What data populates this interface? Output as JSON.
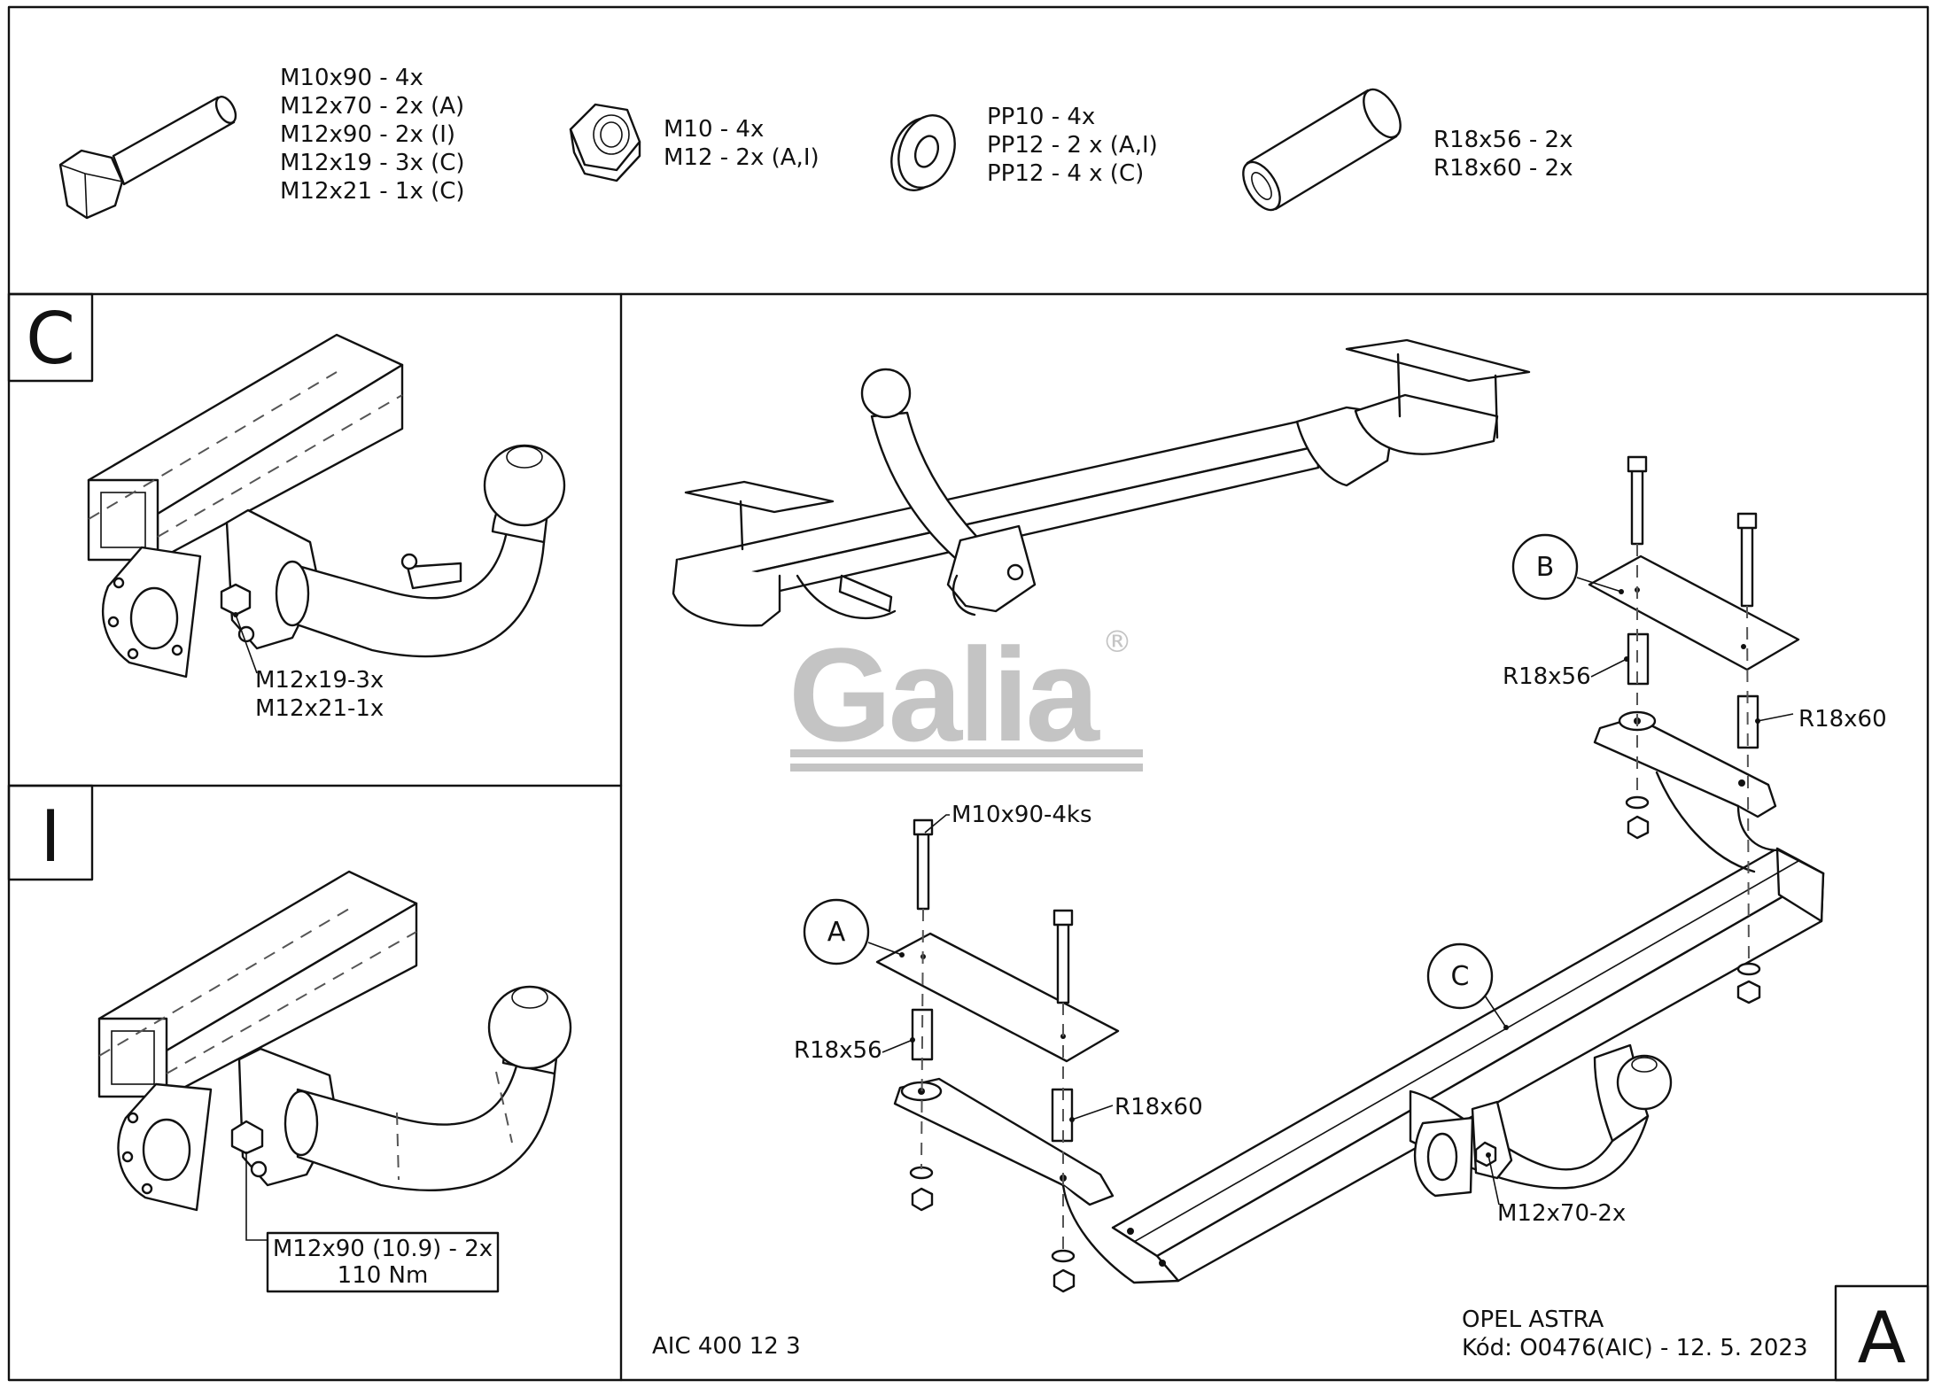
{
  "parts_list": {
    "bolts": [
      "M10x90 - 4x",
      "M12x70 - 2x (A)",
      "M12x90 - 2x (I)",
      "M12x19 - 3x (C)",
      "M12x21 - 1x (C)"
    ],
    "nuts": [
      "M10 - 4x",
      "M12 - 2x (A,I)"
    ],
    "washers": [
      "PP10 - 4x",
      "PP12 - 2 x (A,I)",
      "PP12 - 4 x (C)"
    ],
    "spacers": [
      "R18x56 - 2x",
      "R18x60 - 2x"
    ]
  },
  "panel_c": {
    "letter": "C",
    "bolt_labels": [
      "M12x19-3x",
      "M12x21-1x"
    ]
  },
  "panel_i": {
    "letter": "I",
    "spec_lines": [
      "M12x90 (10.9) - 2x",
      "110 Nm"
    ]
  },
  "main_panel": {
    "logo": "Galia",
    "logo_mark": "®",
    "callouts": {
      "a": "A",
      "b": "B",
      "c": "C"
    },
    "labels": {
      "m10_bolt": "M10x90-4ks",
      "a_spacer_56": "R18x56",
      "a_spacer_60": "R18x60",
      "b_spacer_56": "R18x56",
      "b_spacer_60": "R18x60",
      "m12_bolt": "M12x70-2x"
    },
    "product_code": "AIC 400 12 3",
    "vehicle": "OPEL ASTRA",
    "code_date": "Kód: O0476(AIC) - 12. 5. 2023",
    "variant_letter": "A"
  }
}
